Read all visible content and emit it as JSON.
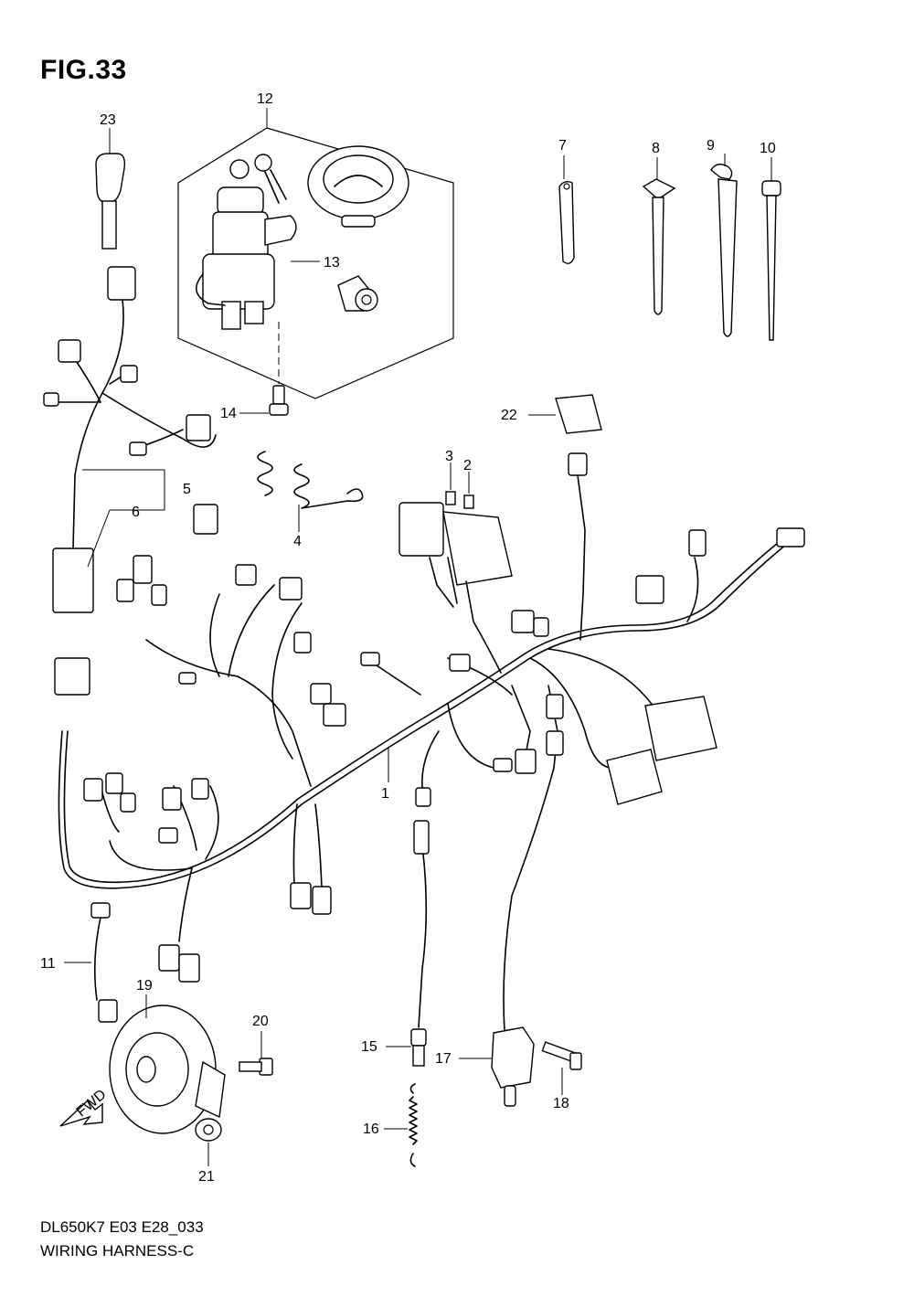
{
  "figure": {
    "title": "FIG.33"
  },
  "footer": {
    "code": "DL650K7 E03 E28_033",
    "name": "WIRING HARNESS-C"
  },
  "fwd_label": "FWD",
  "callouts": {
    "p1": "1",
    "p2": "2",
    "p3": "3",
    "p4": "4",
    "p5": "5",
    "p6": "6",
    "p7": "7",
    "p8": "8",
    "p9": "9",
    "p10": "10",
    "p11": "11",
    "p12": "12",
    "p13": "13",
    "p14": "14",
    "p15": "15",
    "p16": "16",
    "p17": "17",
    "p18": "18",
    "p19": "19",
    "p20": "20",
    "p21": "21",
    "p22": "22",
    "p23": "23"
  }
}
